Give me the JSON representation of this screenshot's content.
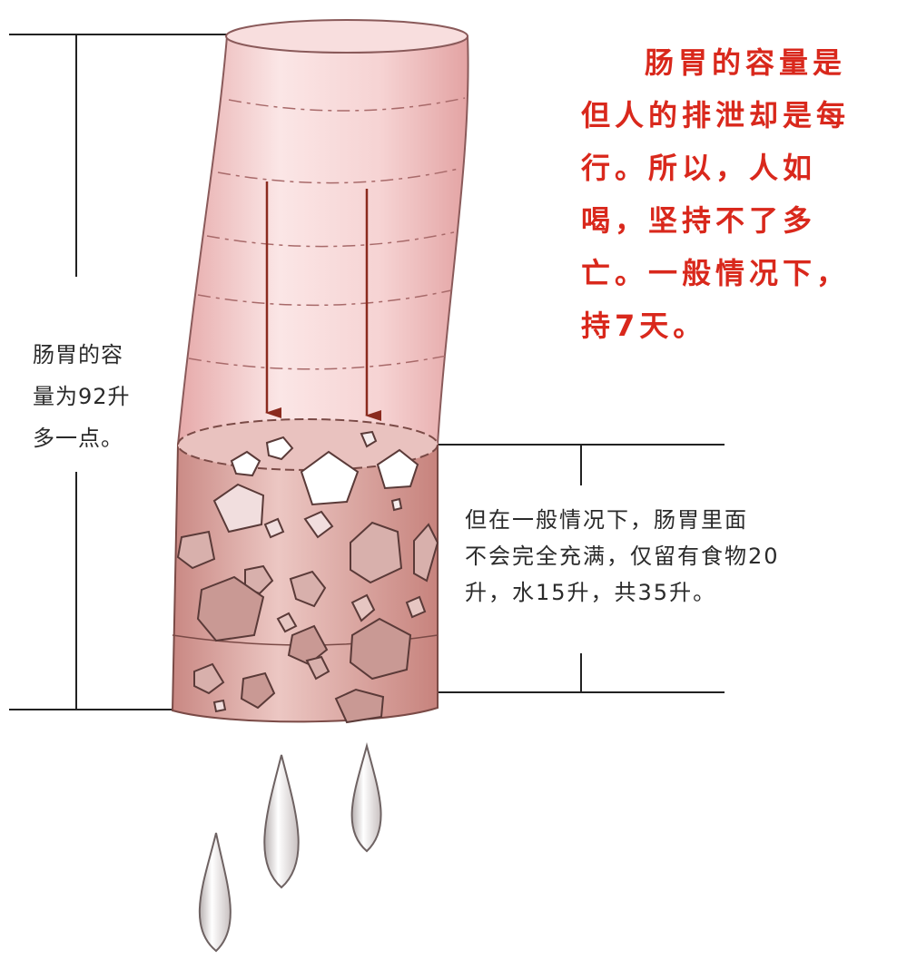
{
  "main_caption": {
    "lines": [
      "肠胃的容量是",
      "但人的排泄却是每",
      "行。所以，人如",
      "喝，坚持不了多",
      "亡。一般情况下，",
      "持7天。"
    ]
  },
  "capacity_label": {
    "lines": [
      "肠胃的容",
      "量为92升",
      "多一点。"
    ]
  },
  "contents_label": {
    "lines": [
      "但在一般情况下，肠胃里面",
      "不会完全充满，仅留有食物20",
      "升，水15升，共35升。"
    ]
  },
  "colors": {
    "caption_red": "#d9281c",
    "tube_pink": "#f2c6c6",
    "contents_rose": "#d89b95",
    "line_dark": "#222222",
    "arrow_brown": "#8a2a1e"
  }
}
